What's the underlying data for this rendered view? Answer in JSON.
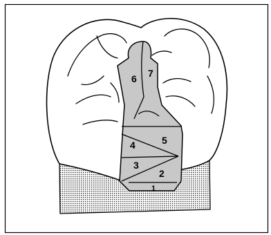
{
  "figure": {
    "regions": [
      {
        "id": "1",
        "label": "1"
      },
      {
        "id": "2",
        "label": "2"
      },
      {
        "id": "3",
        "label": "3"
      },
      {
        "id": "4",
        "label": "4"
      },
      {
        "id": "5",
        "label": "5"
      },
      {
        "id": "6",
        "label": "6"
      },
      {
        "id": "7",
        "label": "7"
      }
    ],
    "colors": {
      "outline": "#000000",
      "restoration_fill": "#c8c8c8",
      "background": "#ffffff"
    }
  }
}
